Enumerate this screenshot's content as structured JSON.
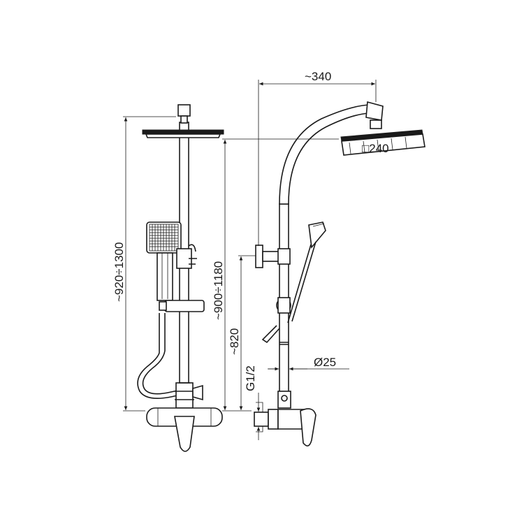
{
  "dimensions": {
    "total_height": "~920÷1300",
    "head_height": "~900÷1180",
    "bar_height": "~820",
    "arm_reach": "~340",
    "head_diameter": "□240",
    "pipe_diameter": "Ø25",
    "thread": "G1/2"
  }
}
